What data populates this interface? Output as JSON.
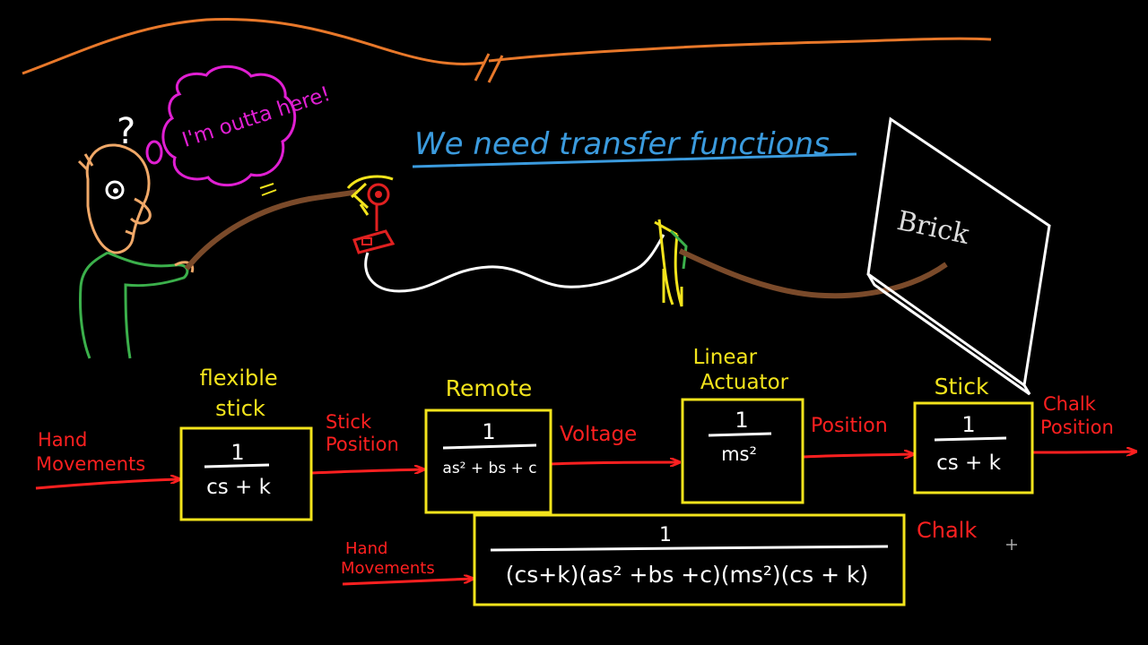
{
  "title": "We need transfer functions",
  "thought_bubble": "I'm outta here!",
  "question_mark": "?",
  "board_label": "Brick",
  "colors": {
    "background": "#000000",
    "wave": "#e8782a",
    "title": "#3b9bde",
    "thought": "#e01fd2",
    "person_skin": "#f0a868",
    "person_shirt": "#3bb04b",
    "stick": "#7a4a2a",
    "remote": "#e02020",
    "cable": "#ffffff",
    "actuator": "#f3e41c",
    "block": "#f3e41c",
    "block_text": "#ffffff",
    "signal": "#ff2020"
  },
  "signals": {
    "hand_movements": "Hand Movements",
    "stick_position": "Stick Position",
    "voltage": "Voltage",
    "position": "Position",
    "chalk_position": "Chalk Position",
    "hand_movements_2": "Hand Movements",
    "chalk": "Chalk"
  },
  "blocks": [
    {
      "label": "flexible stick",
      "numerator": "1",
      "denominator": "cs + k"
    },
    {
      "label": "Remote",
      "numerator": "1",
      "denominator": "as² + bs + c"
    },
    {
      "label": "Linear Actuator",
      "numerator": "1",
      "denominator": "ms²"
    },
    {
      "label": "Stick",
      "numerator": "1",
      "denominator": "cs + k"
    }
  ],
  "combined": {
    "numerator": "1",
    "denominator": "(cs+k)(as² +bs +c)(ms²)(cs + k)"
  }
}
